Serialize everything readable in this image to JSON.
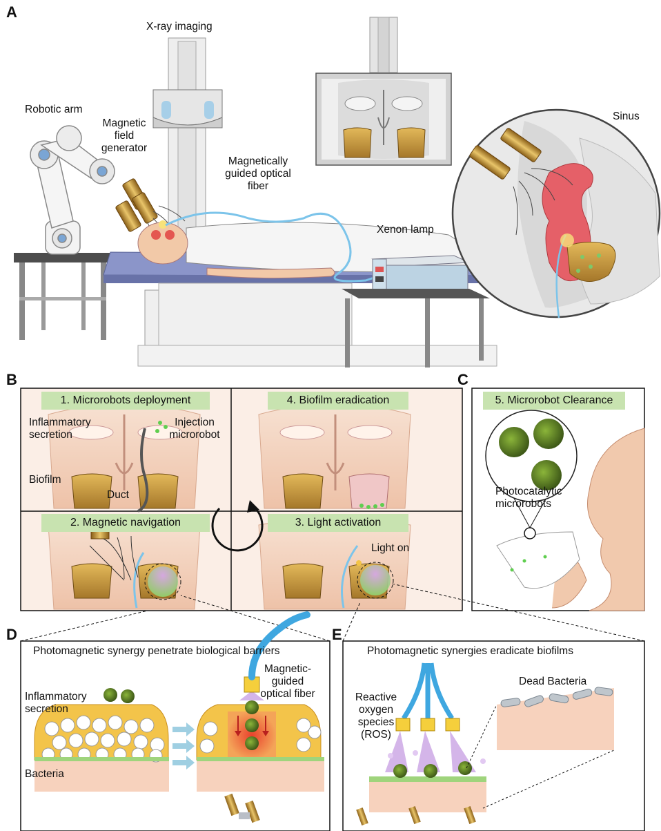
{
  "panels": {
    "a": {
      "letter": "A",
      "labels": {
        "xray": "X-ray imaging",
        "robotic_arm": "Robotic arm",
        "mag_gen": "Magnetic\nfield\ngenerator",
        "fiber": "Magnetically\nguided optical\nfiber",
        "xenon": "Xenon lamp",
        "sinus": "Sinus"
      }
    },
    "b": {
      "letter": "B",
      "steps": {
        "s1": "1. Microrobots deployment",
        "s2": "2. Magnetic navigation",
        "s3": "3. Light activation",
        "s4": "4. Biofilm eradication"
      },
      "labels": {
        "inflammatory": "Inflammatory\nsecretion",
        "biofilm": "Biofilm",
        "duct": "Duct",
        "injection": "Injection\nmicrorobot",
        "light_on": "Light on"
      }
    },
    "c": {
      "letter": "C",
      "step": "5. Microrobot Clearance",
      "label": "Photocatalytic\nmicrorobots"
    },
    "d": {
      "letter": "D",
      "title": "Photomagnetic synergy penetrate biological barriers",
      "labels": {
        "fiber": "Magnetic-\nguided\noptical fiber",
        "inflammatory": "Inflammatory\nsecretion",
        "bacteria": "Bacteria"
      }
    },
    "e": {
      "letter": "E",
      "title": "Photomagnetic synergies eradicate biofilms",
      "labels": {
        "ros": "Reactive\noxygen\nspecies\n(ROS)",
        "dead": "Dead Bacteria"
      }
    }
  },
  "colors": {
    "bone": "#c9a24a",
    "tissue": "#f6d7c4",
    "banner": "#c8e3b0",
    "sinus_red": "#e0505a",
    "biofilm_green": "#7cc96b",
    "fiber_blue": "#3fa7e0"
  }
}
